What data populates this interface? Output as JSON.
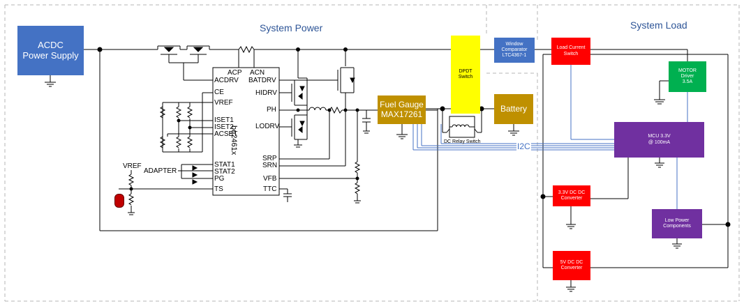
{
  "sections": {
    "system_power": "System Power",
    "system_load": "System Load"
  },
  "blocks": {
    "acdc": "ACDC\nPower Supply",
    "window_comparator": "Window\nComparator\nLTC4367-1",
    "load_current_switch": "Load Current\nSwitch",
    "motor_driver": "MOTOR\nDriver\n3.5A",
    "dpdt_switch": "DPDT\nSwitch",
    "fuel_gauge": "Fuel Gauge\nMAX17261",
    "battery": "Battery",
    "mcu": "MCU 3.3V\n@ 100mA",
    "conv_33v": "3.3V DC DC\nConverter",
    "low_power": "Low Power\nComponents",
    "conv_5v": "5V DC DC\nConverter"
  },
  "ic": {
    "name": "bq2461x",
    "pins": {
      "acp": "ACP",
      "acn": "ACN",
      "acdrv": "ACDRV",
      "batdrv": "BATDRV",
      "ce": "CE",
      "hidrv": "HIDRV",
      "vref": "VREF",
      "ph": "PH",
      "iset1": "ISET1",
      "iset2": "ISET2",
      "acset": "ACSET",
      "lodrv": "LODRV",
      "srp": "SRP",
      "srn": "SRN",
      "stat1": "STAT1",
      "stat2": "STAT2",
      "vfb": "VFB",
      "pg": "PG",
      "ts": "TS",
      "ttc": "TTC"
    }
  },
  "labels": {
    "vref": "VREF",
    "adapter": "ADAPTER",
    "relay": "DC Relay Switch",
    "i2c": "I2C"
  },
  "colors": {
    "acdc": "#4472c4",
    "red": "#ff0000",
    "green": "#00b050",
    "yellow": "#ffff00",
    "gold": "#bf9000",
    "purple": "#7030a0",
    "i2c_line": "#4472c4",
    "section_title": "#2e5597"
  }
}
